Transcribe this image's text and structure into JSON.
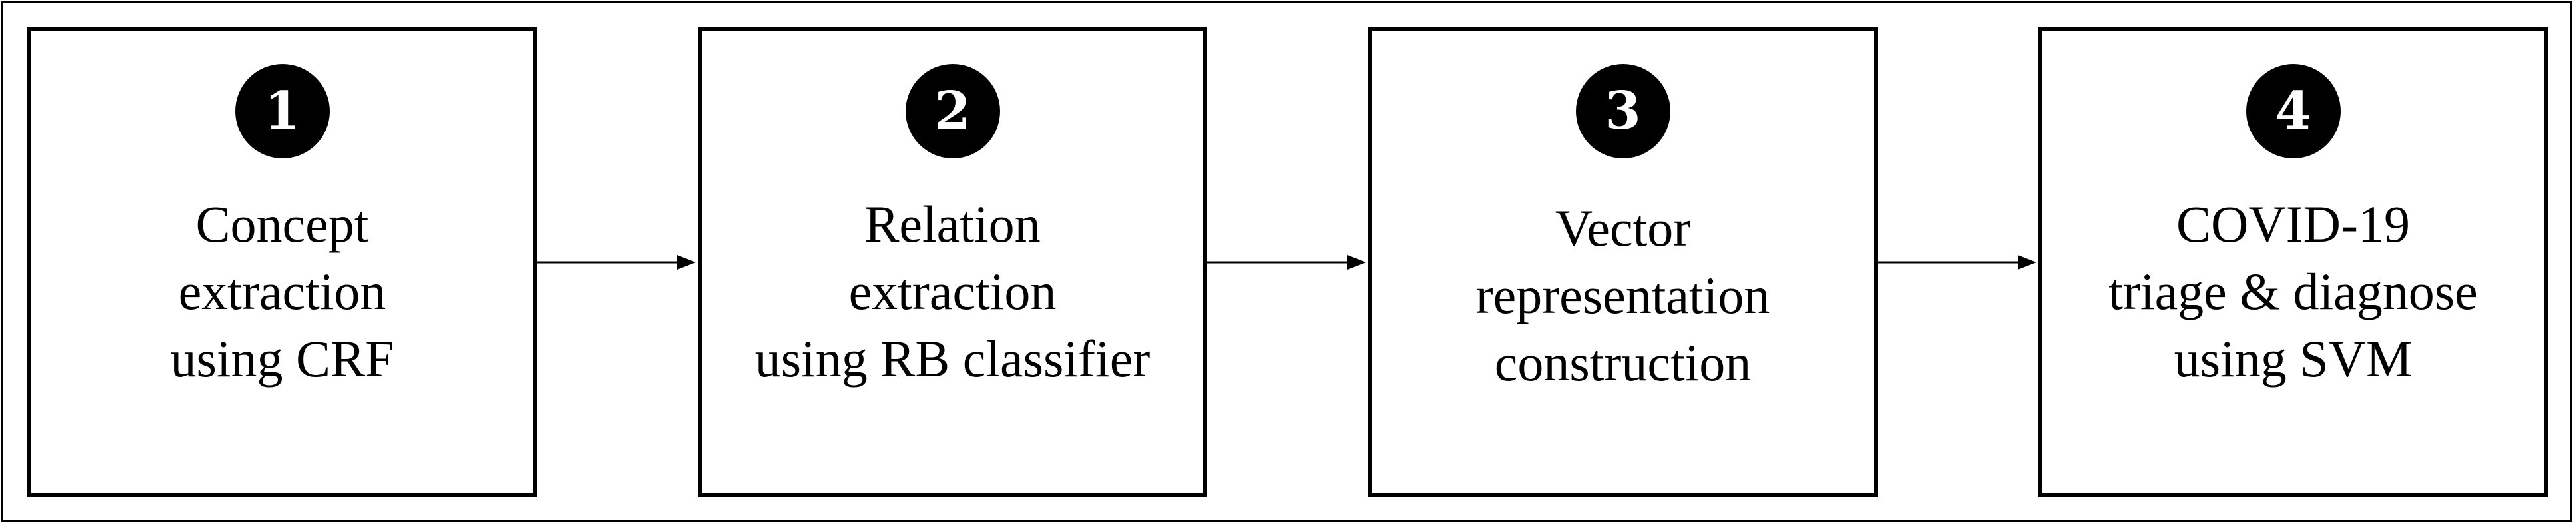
{
  "steps": [
    {
      "number": "1",
      "lines": [
        "Concept",
        "extraction",
        "using CRF"
      ]
    },
    {
      "number": "2",
      "lines": [
        "Relation",
        "extraction",
        "using RB classifier"
      ]
    },
    {
      "number": "3",
      "lines": [
        "Vector",
        "representation",
        "construction"
      ]
    },
    {
      "number": "4",
      "lines": [
        "COVID-19",
        "triage & diagnose",
        "using SVM"
      ]
    }
  ],
  "connections": [
    {
      "from": "1",
      "to": "2"
    },
    {
      "from": "2",
      "to": "3"
    },
    {
      "from": "3",
      "to": "4"
    }
  ]
}
